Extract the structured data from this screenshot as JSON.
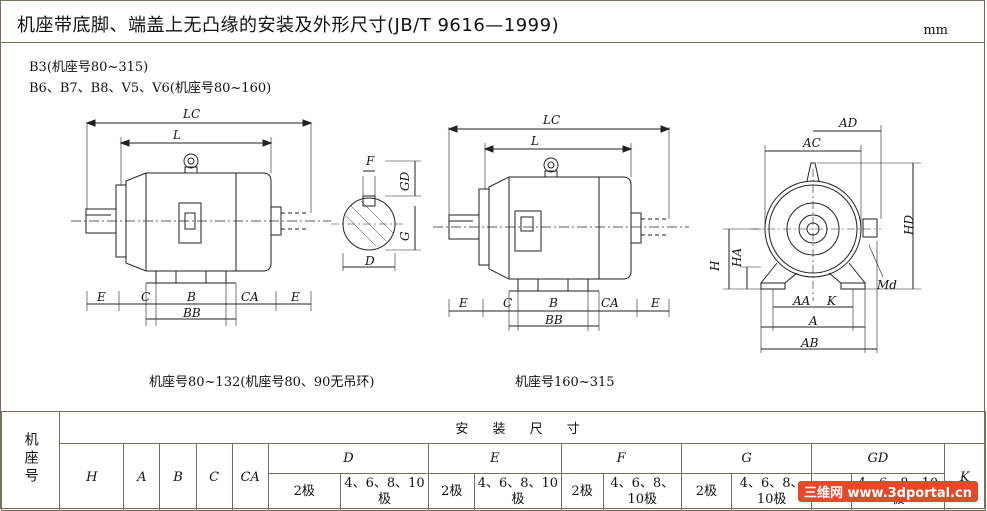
{
  "header": {
    "title": "机座带底脚、端盖上无凸缘的安装及外形尺寸(JB/T 9616—1999)",
    "unit": "mm"
  },
  "notes": {
    "line1": "B3(机座号80~315)",
    "line2": "B6、B7、B8、V5、V6(机座号80~160)"
  },
  "figures": {
    "left_caption": "机座号80~132(机座号80、90无吊环)",
    "right_caption": "机座号160~315",
    "labels": {
      "LC": "LC",
      "L": "L",
      "E": "E",
      "C": "C",
      "B": "B",
      "CA": "CA",
      "BB": "BB",
      "F": "F",
      "GD": "GD",
      "G": "G",
      "D": "D",
      "AD": "AD",
      "AC": "AC",
      "HD": "HD",
      "H": "H",
      "HA": "HA",
      "Md": "Md",
      "AA": "AA",
      "K": "K",
      "A": "A",
      "AB": "AB"
    }
  },
  "table": {
    "row_header": "机座号",
    "group_header": "安 装 尺 寸",
    "cols": {
      "H": "H",
      "A": "A",
      "B": "B",
      "C": "C",
      "CA": "CA",
      "D": "D",
      "E": "E",
      "F": "F",
      "G": "G",
      "GD": "GD",
      "K": "K"
    },
    "poles2": "2极",
    "poles_multi": "4、6、8、10极"
  },
  "watermark": "三维网 www.3dportal.cn"
}
